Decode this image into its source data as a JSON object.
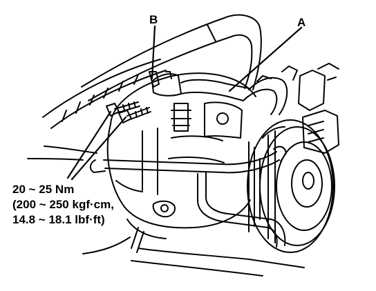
{
  "callouts": {
    "a": "A",
    "b": "B"
  },
  "torque": {
    "line1": "20 ~ 25 Nm",
    "line2": "(200 ~ 250 kgf·cm,",
    "line3": "14.8 ~ 18.1 lbf·ft)"
  },
  "colors": {
    "ink": "#000000",
    "paper": "#ffffff"
  }
}
